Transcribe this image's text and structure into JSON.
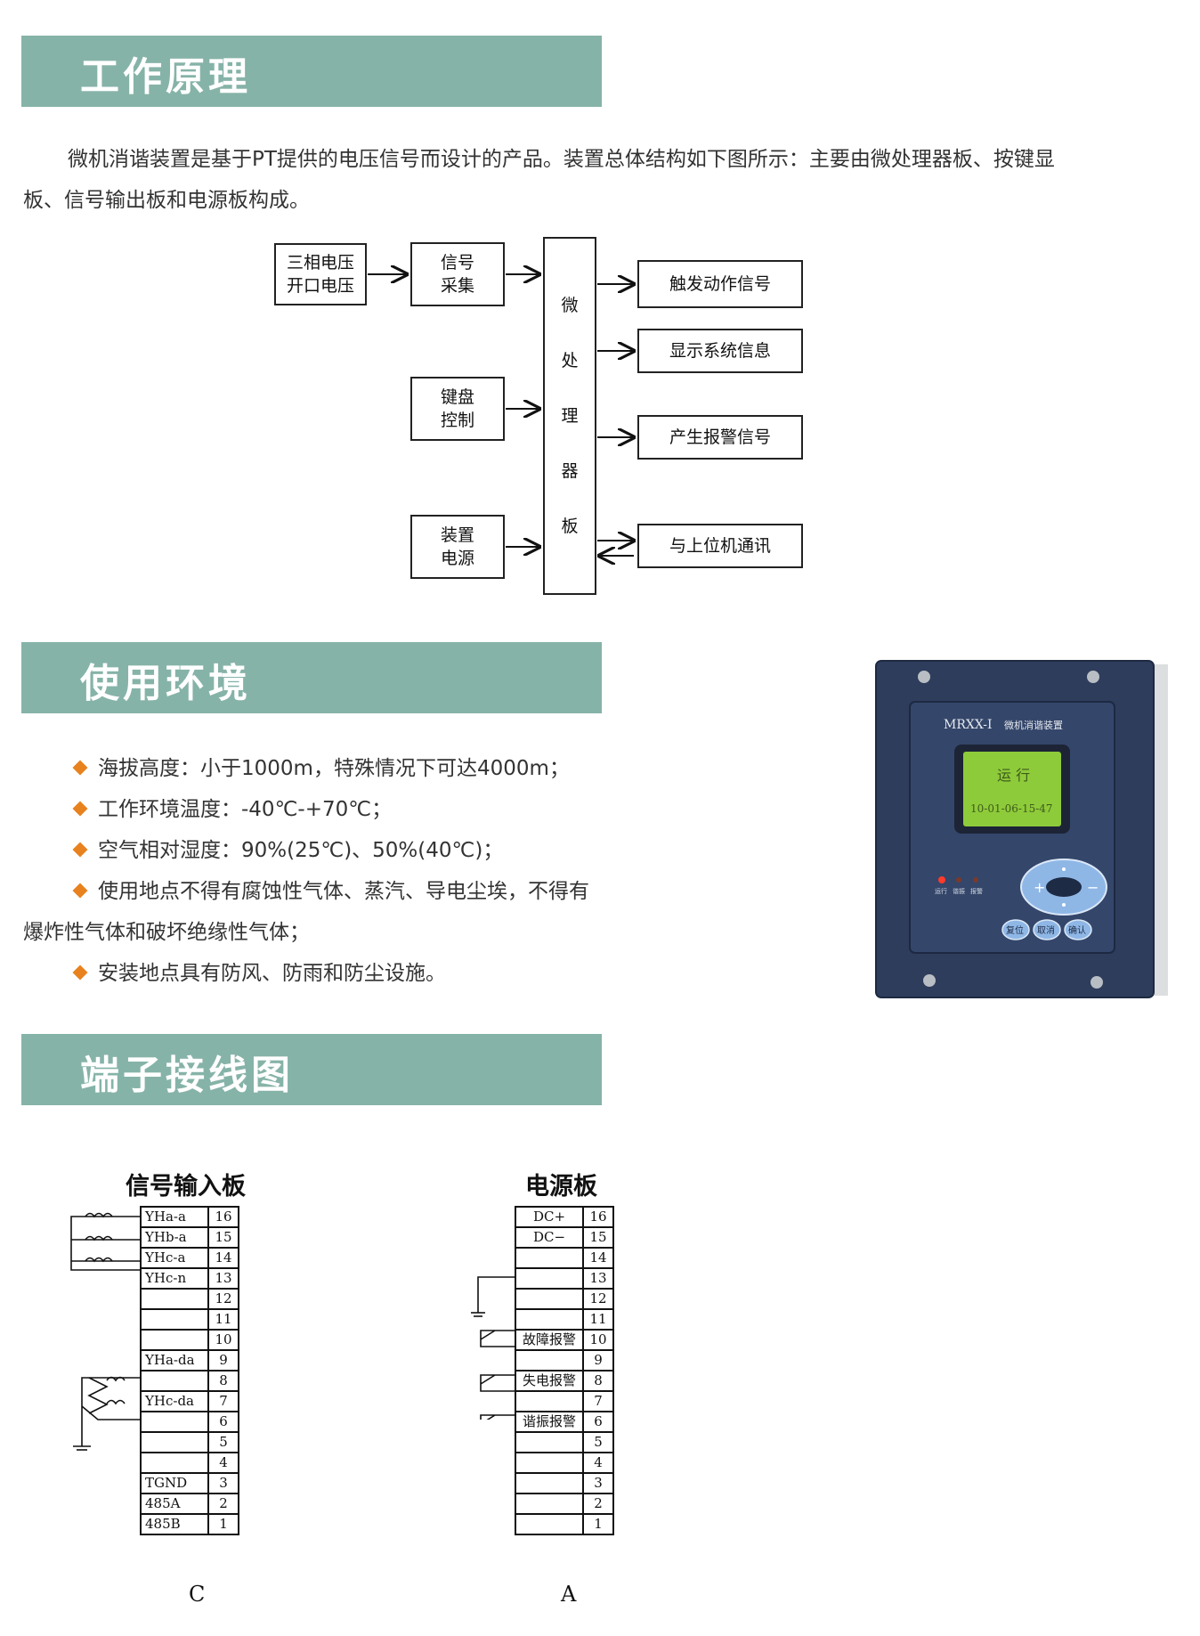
{
  "sections": {
    "principle_title": "工作原理",
    "environment_title": "使用环境",
    "wiring_title": "端子接线图"
  },
  "intro": {
    "line1": "微机消谐装置是基于PT提供的电压信号而设计的产品。装置总体结构如下图所示：主要由微处理器板、按键显",
    "line2": "板、信号输出板和电源板构成。"
  },
  "diagram": {
    "input1_line1": "三相电压",
    "input1_line2": "开口电压",
    "sampling_line1": "信号",
    "sampling_line2": "采集",
    "keyboard_line1": "键盘",
    "keyboard_line2": "控制",
    "power_line1": "装置",
    "power_line2": "电源",
    "processor_chars": [
      "微",
      "处",
      "理",
      "器",
      "板"
    ],
    "out1": "触发动作信号",
    "out2": "显示系统信息",
    "out3": "产生报警信号",
    "out4": "与上位机通讯"
  },
  "environment": {
    "item1": "海拔高度：小于1000m，特殊情况下可达4000m；",
    "item2": "工作环境温度：-40℃-+70℃；",
    "item3": "空气相对湿度：90%(25℃)、50%(40℃)；",
    "item4_line1": "使用地点不得有腐蚀性气体、蒸汽、导电尘埃，不得有",
    "item4_line2": "爆炸性气体和破坏绝缘性气体；",
    "item5": "安装地点具有防风、防雨和防尘设施。"
  },
  "device": {
    "model": "MRXX-I",
    "name": "微机消谐装置",
    "lcd_line1": "运 行",
    "lcd_line2": "10-01-06-15-47",
    "led_labels": [
      "运行",
      "谐振",
      "报警"
    ],
    "btn_reset": "复位",
    "btn_cancel": "取消",
    "btn_confirm": "确认",
    "key_plus": "+",
    "key_minus": "−",
    "colors": {
      "panel": "#2e3d5c",
      "lcd": "#8ecb3a",
      "buttons": "#8fb7e6"
    }
  },
  "wiring": {
    "left_title": "信号输入板",
    "right_title": "电源板",
    "left_footer": "C",
    "right_footer": "A",
    "left_rows": [
      {
        "label": "YHa-a",
        "num": "16"
      },
      {
        "label": "YHb-a",
        "num": "15"
      },
      {
        "label": "YHc-a",
        "num": "14"
      },
      {
        "label": "YHc-n",
        "num": "13"
      },
      {
        "label": "",
        "num": "12"
      },
      {
        "label": "",
        "num": "11"
      },
      {
        "label": "",
        "num": "10"
      },
      {
        "label": "YHa-da",
        "num": "9"
      },
      {
        "label": "",
        "num": "8"
      },
      {
        "label": "YHc-da",
        "num": "7"
      },
      {
        "label": "",
        "num": "6"
      },
      {
        "label": "",
        "num": "5"
      },
      {
        "label": "",
        "num": "4"
      },
      {
        "label": "TGND",
        "num": "3"
      },
      {
        "label": "485A",
        "num": "2"
      },
      {
        "label": "485B",
        "num": "1"
      }
    ],
    "right_rows": [
      {
        "label": "DC+",
        "num": "16"
      },
      {
        "label": "DC−",
        "num": "15"
      },
      {
        "label": "",
        "num": "14"
      },
      {
        "label": "",
        "num": "13"
      },
      {
        "label": "",
        "num": "12"
      },
      {
        "label": "",
        "num": "11"
      },
      {
        "label": "故障报警",
        "num": "10"
      },
      {
        "label": "",
        "num": "9"
      },
      {
        "label": "失电报警",
        "num": "8"
      },
      {
        "label": "",
        "num": "7"
      },
      {
        "label": "谐振报警",
        "num": "6"
      },
      {
        "label": "",
        "num": "5"
      },
      {
        "label": "",
        "num": "4"
      },
      {
        "label": "",
        "num": "3"
      },
      {
        "label": "",
        "num": "2"
      },
      {
        "label": "",
        "num": "1"
      }
    ]
  }
}
